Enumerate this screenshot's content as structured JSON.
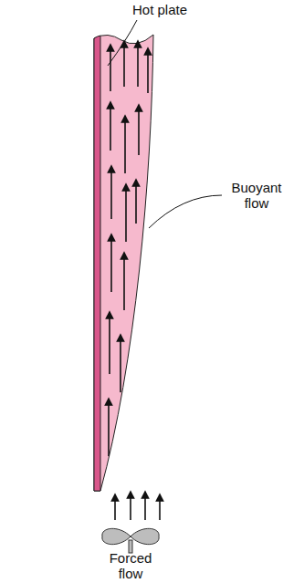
{
  "diagram": {
    "labels": [
      "Hot plate",
      "Buoyant flow",
      "Forced flow"
    ]
  }
}
